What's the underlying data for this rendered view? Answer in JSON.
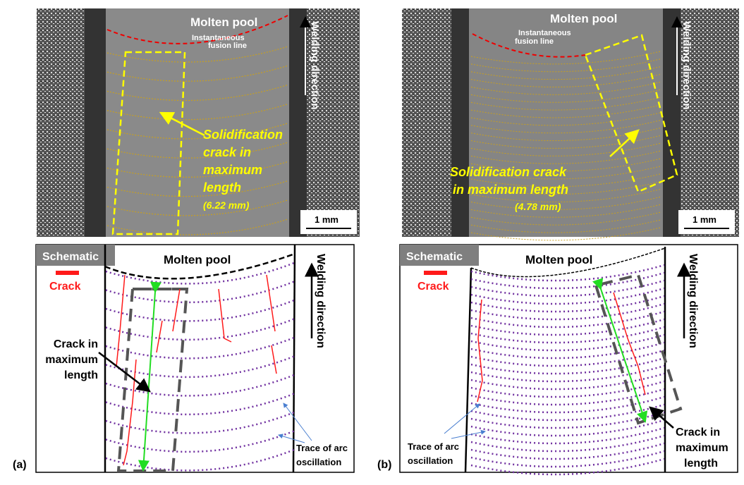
{
  "panel_a": {
    "label": "(a)",
    "photo": {
      "molten_pool": "Molten pool",
      "fusion_line_1": "Instantaneous",
      "fusion_line_2": "fusion line",
      "welding_direction": "Welding direction",
      "crack_1": "Solidification",
      "crack_2": "crack in",
      "crack_3": "maximum",
      "crack_4": "length",
      "crack_length": "(6.22 mm)",
      "scale": "1 mm"
    },
    "schematic": {
      "tag": "Schematic",
      "legend": "Crack",
      "molten_pool": "Molten pool",
      "welding_direction": "Welding direction",
      "crack_1": "Crack in",
      "crack_2": "maximum",
      "crack_3": "length",
      "trace_1": "Trace of arc",
      "trace_2": "oscillation"
    }
  },
  "panel_b": {
    "label": "(b)",
    "photo": {
      "molten_pool": "Molten pool",
      "fusion_line_1": "Instantaneous",
      "fusion_line_2": "fusion line",
      "welding_direction": "Welding direction",
      "crack_1": "Solidification crack",
      "crack_2": "in maximum length",
      "crack_length": "(4.78 mm)",
      "scale": "1 mm"
    },
    "schematic": {
      "tag": "Schematic",
      "legend": "Crack",
      "molten_pool": "Molten pool",
      "welding_direction": "Welding direction",
      "crack_1": "Crack in",
      "crack_2": "maximum",
      "crack_3": "length",
      "trace_1": "Trace of arc",
      "trace_2": "oscillation"
    }
  },
  "colors": {
    "crack": "#ff1a1a",
    "trace": "#7030a0",
    "highlight": "#ffff00",
    "measure": "#22dd22"
  }
}
